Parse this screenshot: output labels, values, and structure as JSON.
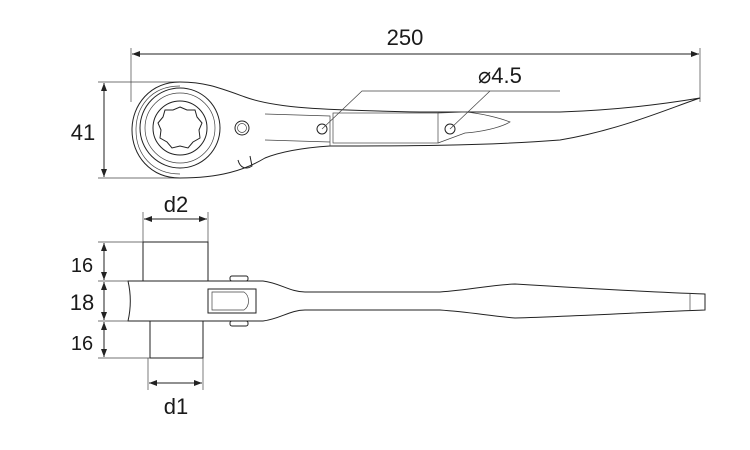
{
  "drawing": {
    "top_view": {
      "length_label": "250",
      "head_height_label": "41",
      "hole_diameter_label": "⌀4.5"
    },
    "side_view": {
      "d2_label": "d2",
      "d1_label": "d1",
      "top_socket_label": "16",
      "body_thickness_label": "18",
      "bottom_socket_label": "16"
    }
  }
}
